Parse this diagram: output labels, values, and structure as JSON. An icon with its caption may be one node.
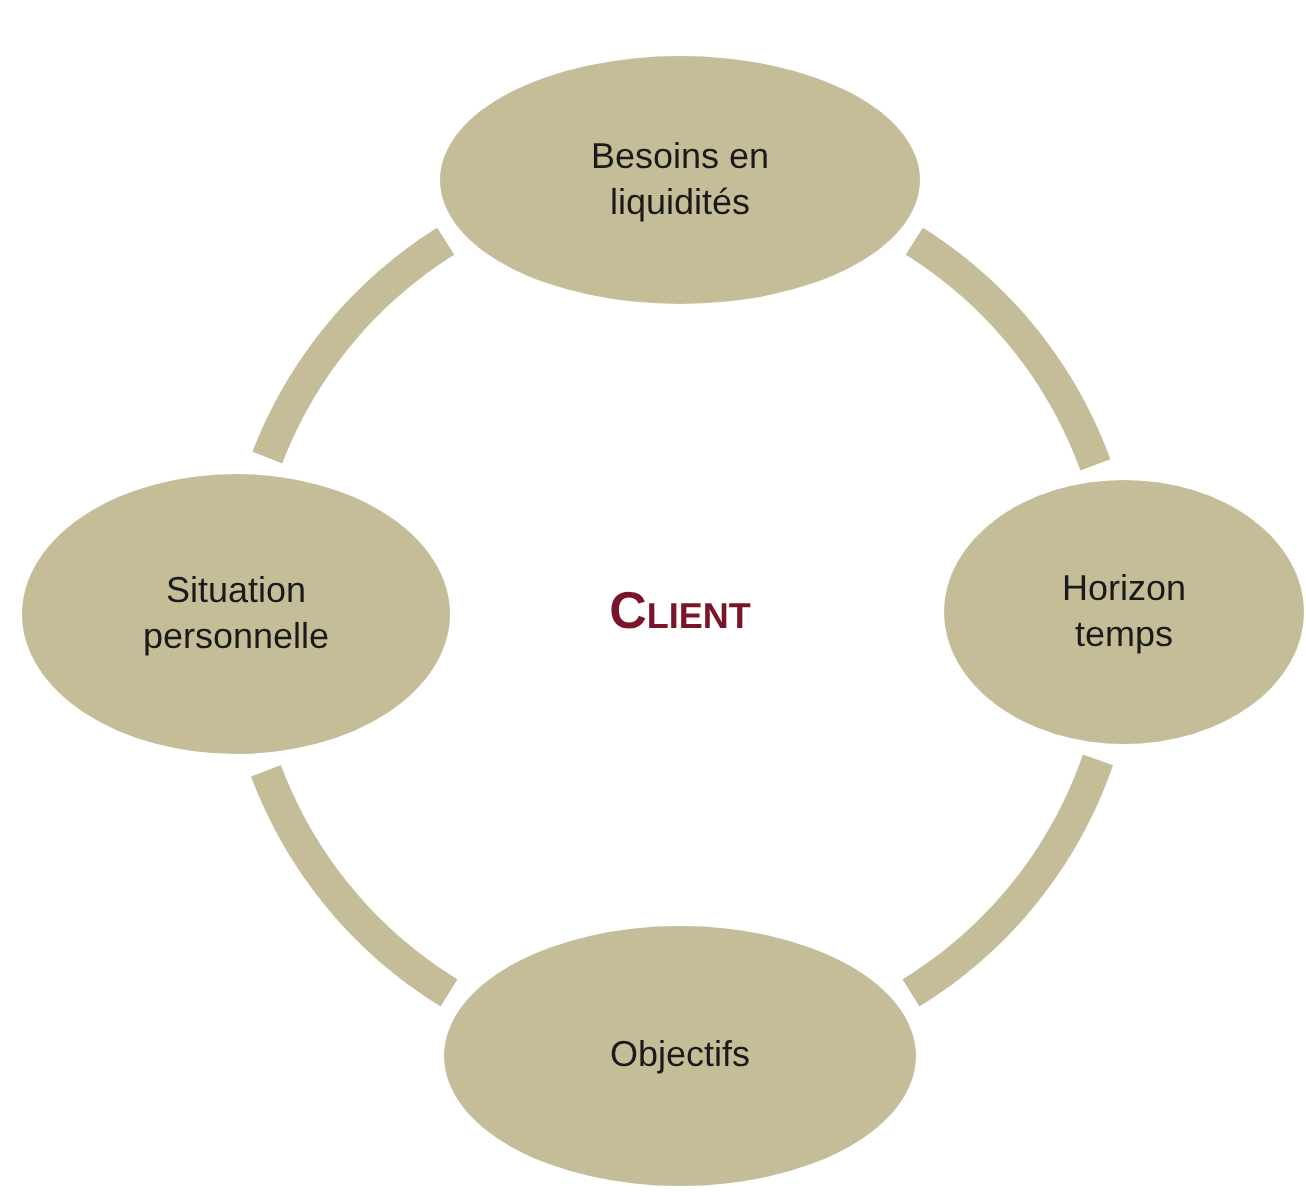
{
  "diagram": {
    "nodes": [
      {
        "text": [
          "Besoins en liquidités"
        ]
      },
      {
        "text": [
          "Situation personnelle"
        ]
      },
      {
        "text": [
          "Horizon temps"
        ]
      },
      {
        "text": [
          "Objectifs"
        ]
      }
    ],
    "edges": [
      {
        "from": 0,
        "to": 2,
        "arrow": "none"
      },
      {
        "from": 2,
        "to": 3,
        "arrow": "none"
      },
      {
        "from": 3,
        "to": 1,
        "arrow": "none"
      },
      {
        "from": 1,
        "to": 0,
        "arrow": "none"
      }
    ],
    "labels": [
      "Client"
    ]
  }
}
